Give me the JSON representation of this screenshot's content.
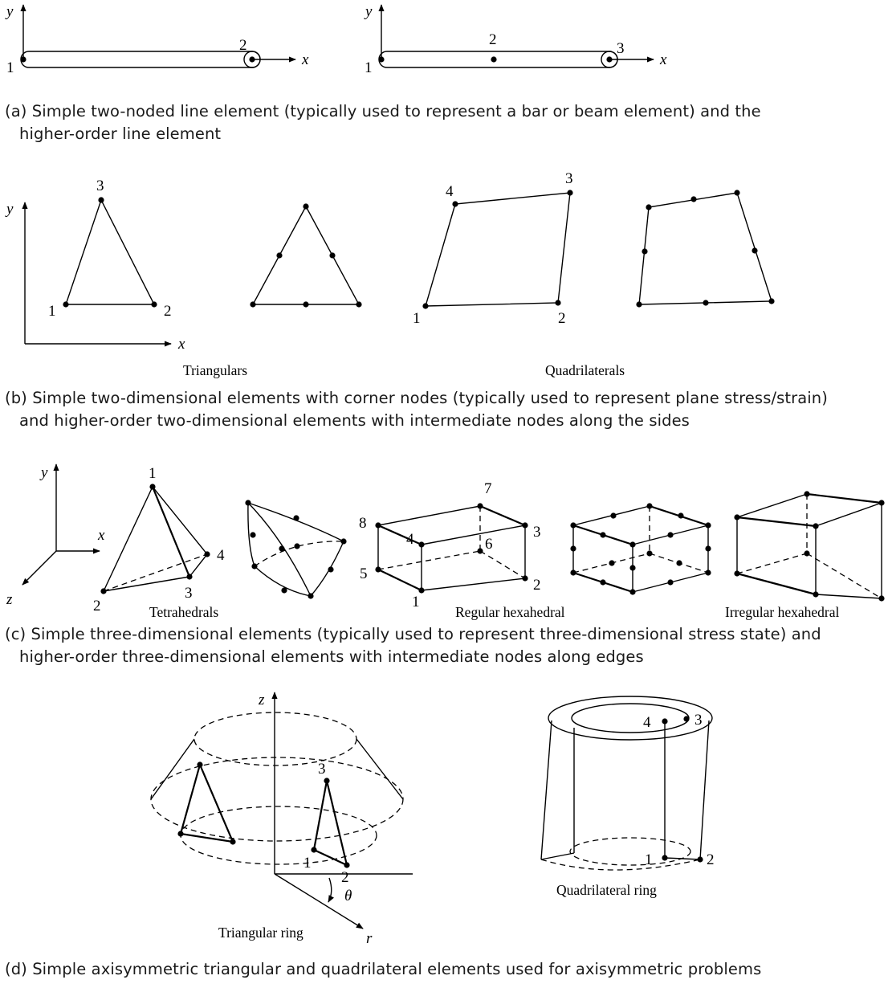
{
  "panels": {
    "a": {
      "caption_line1": "(a) Simple two-noded line element (typically used to represent a bar or beam element) and the",
      "caption_line2": "higher-order line element",
      "axis_x": "x",
      "axis_y": "y",
      "left_nodes": [
        "1",
        "2"
      ],
      "right_nodes": [
        "1",
        "2",
        "3"
      ]
    },
    "b": {
      "caption_line1": "(b) Simple two-dimensional elements with corner nodes (typically used to represent plane stress/strain)",
      "caption_line2": "and higher-order two-dimensional elements with intermediate nodes along the sides",
      "axis_x": "x",
      "axis_y": "y",
      "triangle_nodes": [
        "1",
        "2",
        "3"
      ],
      "quad_nodes": [
        "1",
        "2",
        "3",
        "4"
      ],
      "label_triangulars": "Triangulars",
      "label_quadrilaterals": "Quadrilaterals"
    },
    "c": {
      "caption_line1": "(c) Simple three-dimensional elements (typically used to represent three-dimensional stress state) and",
      "caption_line2": "higher-order three-dimensional elements with intermediate nodes along edges",
      "axis_x": "x",
      "axis_y": "y",
      "axis_z": "z",
      "tetra_nodes": [
        "1",
        "2",
        "3",
        "4"
      ],
      "hex_nodes": [
        "1",
        "2",
        "3",
        "4",
        "5",
        "6",
        "7",
        "8"
      ],
      "label_tetrahedrals": "Tetrahedrals",
      "label_regular_hex": "Regular hexahedral",
      "label_irregular_hex": "Irregular hexahedral"
    },
    "d": {
      "caption": "(d) Simple axisymmetric triangular and quadrilateral elements used for axisymmetric problems",
      "axis_z": "z",
      "axis_r": "r",
      "angle": "θ",
      "tri_ring_nodes": [
        "1",
        "2",
        "3"
      ],
      "quad_ring_nodes": [
        "1",
        "2",
        "3",
        "4"
      ],
      "label_triangular_ring": "Triangular ring",
      "label_quadrilateral_ring": "Quadrilateral ring"
    }
  }
}
